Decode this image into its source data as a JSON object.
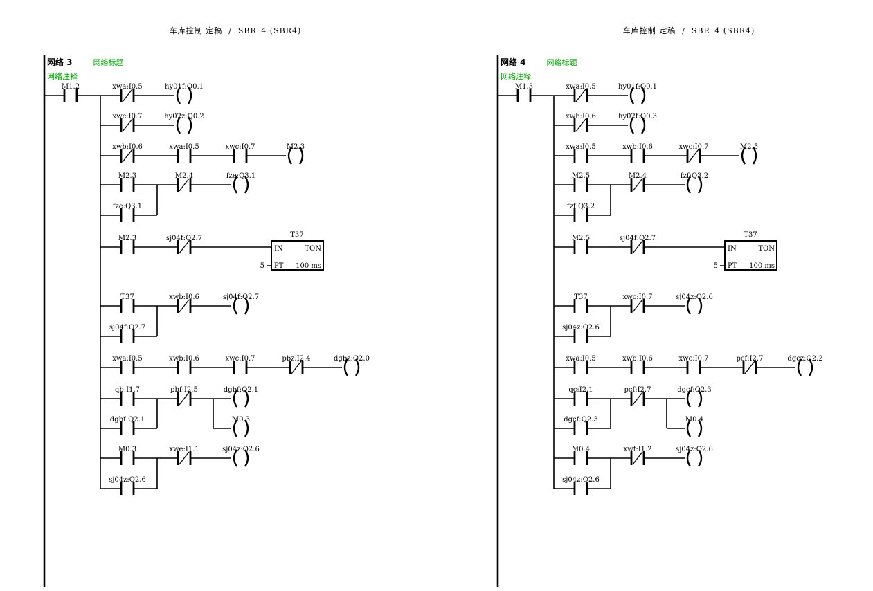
{
  "header": {
    "left": "车库控制 定稿  /  SBR_4 (SBR4)",
    "right": "车库控制 定稿  /  SBR_4 (SBR4)"
  },
  "colors": {
    "wire": "#000000",
    "network_annotation_green": "#00a300",
    "timer_preset_value": "#8a8a00",
    "background": "#ffffff"
  },
  "timer": {
    "name": "T37",
    "in_label": "IN",
    "type": "TON",
    "pt_label": "PT",
    "pt_value": "5",
    "time_base": "100 ms"
  },
  "net3": {
    "label": "网络 3",
    "title": "网络标题",
    "comment": "网络注释",
    "r1": {
      "c1": "M1.2",
      "c2": "xwa:I0.5",
      "coil": "hy01f:Q0.1"
    },
    "r2": {
      "c1": "xwc:I0.7",
      "coil": "hy02z:Q0.2"
    },
    "r3": {
      "c1": "xwb:I0.6",
      "c2": "xwa:I0.5",
      "c3": "xwc:I0.7",
      "coil": "M2.3"
    },
    "r4": {
      "c1": "M2.3",
      "p1": "fze:Q3.1",
      "c2": "M2.4",
      "coil": "fze:Q3.1"
    },
    "r5": {
      "c1": "M2.3",
      "c2": "sj04f:Q2.7"
    },
    "r6": {
      "c1": "T37",
      "p1": "sj04f:Q2.7",
      "c2": "xwb:I0.6",
      "coil": "sj04f:Q2.7"
    },
    "r7": {
      "c1": "xwa:I0.5",
      "c2": "xwb:I0.6",
      "c3": "xwc:I0.7",
      "c4": "pbz:I2.4",
      "coil": "dgbz:Q2.0"
    },
    "r8": {
      "c1": "qb:I1.7",
      "p1": "dgbf:Q2.1",
      "c2": "pbf:I2.5",
      "coil1": "dgbf:Q2.1",
      "coil2": "M0.3"
    },
    "r9": {
      "c1": "M0.3",
      "p1": "sj04z:Q2.6",
      "c2": "xwe:I1.1",
      "coil": "sj04z:Q2.6"
    }
  },
  "net4": {
    "label": "网络 4",
    "title": "网络标题",
    "comment": "网络注释",
    "r1": {
      "c1": "M1.3",
      "c2": "xwa:I0.5",
      "coil": "hy01f:Q0.1"
    },
    "r2": {
      "c1": "xwb:I0.6",
      "coil": "hy02f:Q0.3"
    },
    "r3": {
      "c1": "xwa:I0.5",
      "c2": "xwb:I0.6",
      "c3": "xwc:I0.7",
      "coil": "M2.5"
    },
    "r4": {
      "c1": "M2.5",
      "p1": "fzf:Q3.2",
      "c2": "M2.4",
      "coil": "fzf:Q3.2"
    },
    "r5": {
      "c1": "M2.5",
      "c2": "sj04f:Q2.7"
    },
    "r6": {
      "c1": "T37",
      "p1": "sj04z:Q2.6",
      "c2": "xwc:I0.7",
      "coil": "sj04z:Q2.6"
    },
    "r7": {
      "c1": "xwa:I0.5",
      "c2": "xwb:I0.6",
      "c3": "xwc:I0.7",
      "c4": "pcf:I2.7",
      "coil": "dgcz:Q2.2"
    },
    "r8": {
      "c1": "qc:I2.1",
      "p1": "dgcf:Q2.3",
      "c2": "pcf:I2.7",
      "coil1": "dgcf:Q2.3",
      "coil2": "M0.4"
    },
    "r9": {
      "c1": "M0.4",
      "p1": "sj04z:Q2.6",
      "c2": "xwf:I1.2",
      "coil": "sj04z:Q2.6"
    }
  }
}
